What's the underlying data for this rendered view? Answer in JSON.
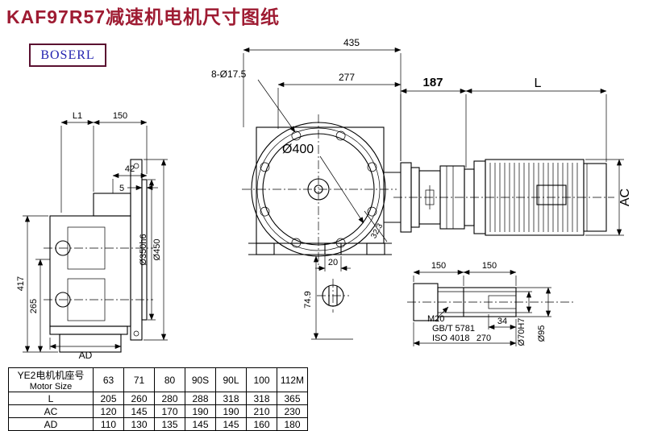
{
  "page": {
    "title": "KAF97R57减速机电机尺寸图纸",
    "logo_text": "BOSERL",
    "colors": {
      "title": "#9e1b32",
      "logo_border": "#5a1030",
      "logo_text": "#2323b0"
    }
  },
  "side_view": {
    "dims": {
      "L1": "L1",
      "d150": "150",
      "d42": "42",
      "d5": "5",
      "d417": "417",
      "d265": "265",
      "AD": "AD",
      "d350": "Ø350h6",
      "d450": "Ø450"
    }
  },
  "front_view": {
    "dims": {
      "d435": "435",
      "holes": "8-Ø17.5",
      "d277": "277",
      "d400": "Ø400",
      "d20": "20",
      "d74_9": "74.9",
      "d32_3": "32.3"
    }
  },
  "motor_view": {
    "dims": {
      "d187": "187",
      "L": "L",
      "AC": "AC"
    }
  },
  "shaft_detail": {
    "dims": {
      "d150a": "150",
      "d150b": "150",
      "M20": "M20",
      "std1": "GB/T 5781",
      "std2": "ISO 4018",
      "d34": "34",
      "d270": "270",
      "d70": "Ø70H7",
      "d95": "Ø95"
    }
  },
  "table": {
    "header_cn": "YE2电机机座号",
    "header_en": "Motor Size",
    "sizes": [
      "63",
      "71",
      "80",
      "90S",
      "90L",
      "100",
      "112M"
    ],
    "rows": [
      {
        "label": "L",
        "values": [
          "205",
          "260",
          "280",
          "288",
          "318",
          "318",
          "365"
        ]
      },
      {
        "label": "AC",
        "values": [
          "120",
          "145",
          "170",
          "190",
          "190",
          "210",
          "230"
        ]
      },
      {
        "label": "AD",
        "values": [
          "110",
          "130",
          "135",
          "145",
          "145",
          "160",
          "180"
        ]
      }
    ]
  }
}
